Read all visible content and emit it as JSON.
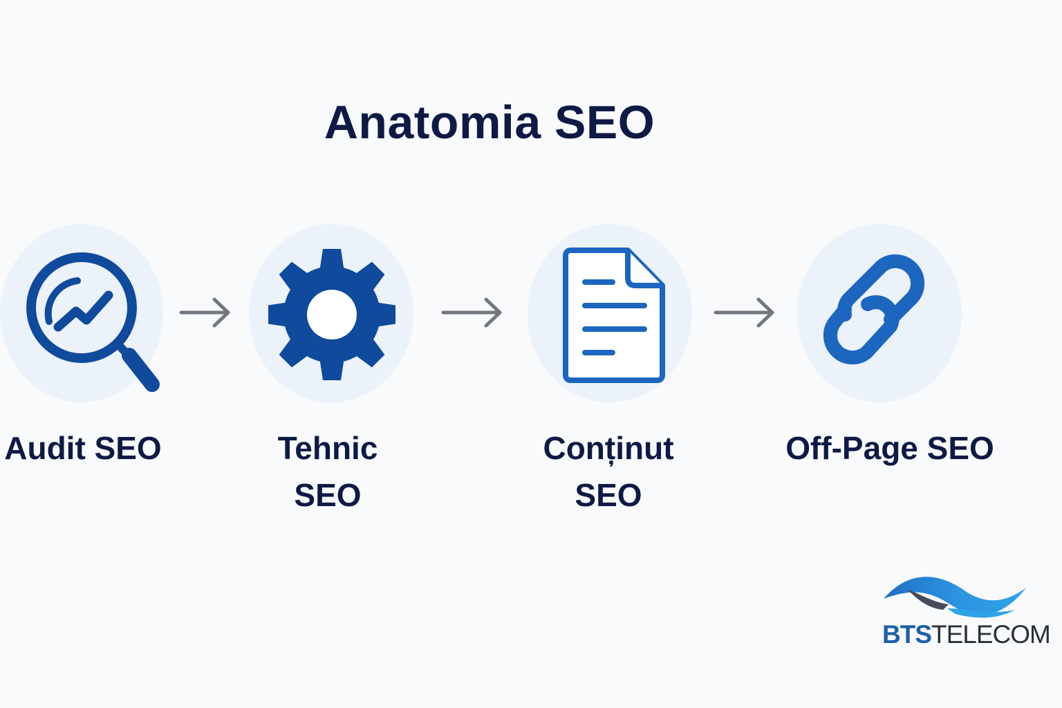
{
  "title": "Anatomia SEO",
  "colors": {
    "background": "#f9fafb",
    "circle": "#ecf2fa",
    "icon_dark": "#0f4a9c",
    "icon_medium": "#1c66c0",
    "arrow": "#737580",
    "text": "#0d1a45"
  },
  "steps": [
    {
      "icon": "search-analytics-icon",
      "label_line1": "Audit SEO",
      "label_line2": ""
    },
    {
      "icon": "gear-icon",
      "label_line1": "Tehnic",
      "label_line2": "SEO"
    },
    {
      "icon": "document-icon",
      "label_line1": "Conținut",
      "label_line2": "SEO"
    },
    {
      "icon": "link-icon",
      "label_line1": "Off-Page SEO",
      "label_line2": ""
    }
  ],
  "arrows": [
    "arrow-right",
    "arrow-right",
    "arrow-right"
  ],
  "logo": {
    "text_bold": "BTS",
    "text_regular": "TELECOM"
  }
}
